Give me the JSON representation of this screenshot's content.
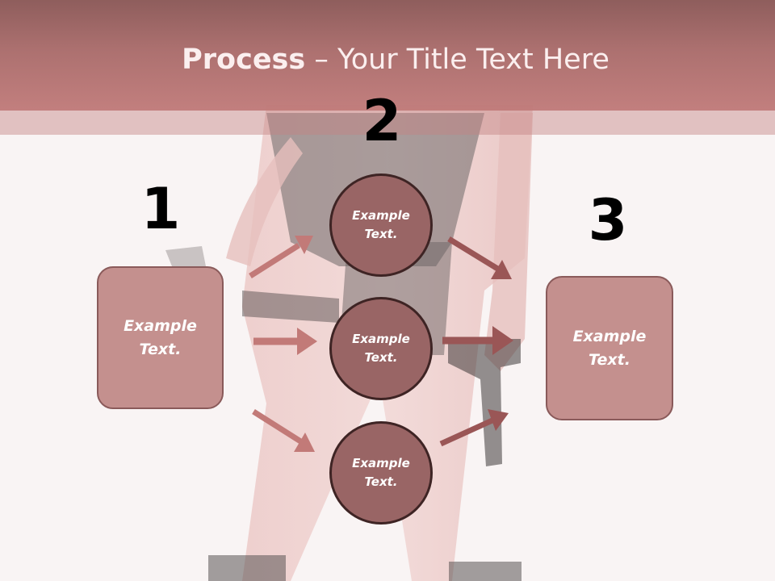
{
  "title": {
    "bold": "Process",
    "rest": " – Your Title Text Here"
  },
  "step_numbers": [
    "1",
    "2",
    "3"
  ],
  "left_box": {
    "text": "Example\nText."
  },
  "circles": [
    {
      "text": "Example\nText."
    },
    {
      "text": "Example\nText."
    },
    {
      "text": "Example\nText."
    }
  ],
  "right_box": {
    "text": "Example\nText."
  },
  "colors": {
    "header": "#a96b6a",
    "box_fill": "#c4908e",
    "circle_fill": "#996565",
    "arrow_left": "#c27a78",
    "arrow_right": "#9a5656"
  }
}
